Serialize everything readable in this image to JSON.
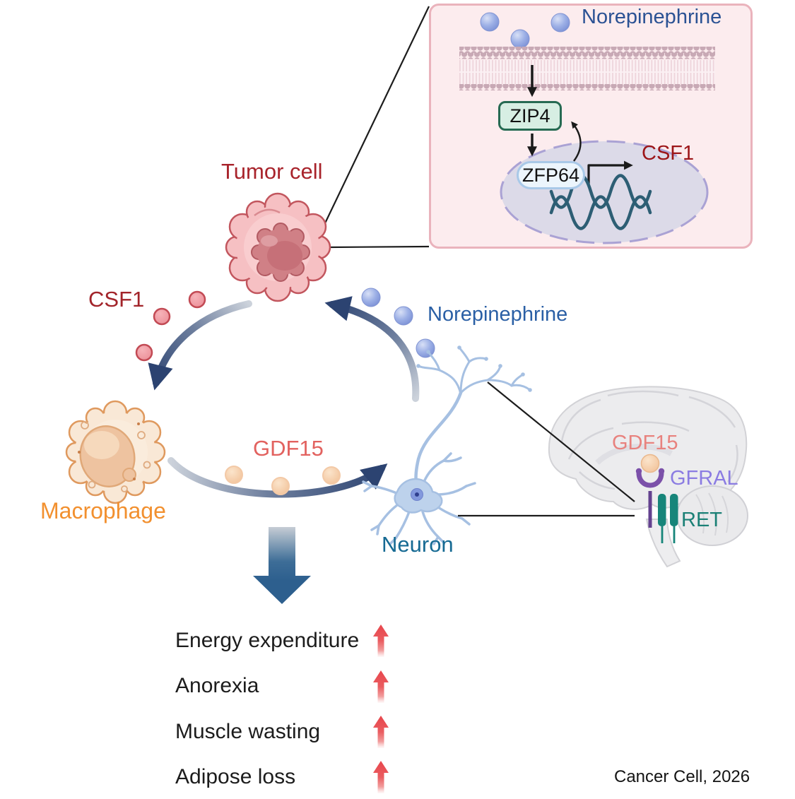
{
  "inset": {
    "norepinephrine": "Norepinephrine",
    "zip4": "ZIP4",
    "zfp64": "ZFP64",
    "csf1": "CSF1"
  },
  "cycle": {
    "tumor_cell": "Tumor cell",
    "csf1": "CSF1",
    "macrophage": "Macrophage",
    "gdf15": "GDF15",
    "norepinephrine": "Norepinephrine",
    "neuron": "Neuron"
  },
  "brain": {
    "gdf15": "GDF15",
    "gfral": "GFRAL",
    "ret": "RET"
  },
  "outcomes": [
    {
      "label": "Energy expenditure",
      "direction": "up"
    },
    {
      "label": "Anorexia",
      "direction": "up"
    },
    {
      "label": "Muscle wasting",
      "direction": "up"
    },
    {
      "label": "Adipose loss",
      "direction": "up"
    }
  ],
  "citation": "Cancer Cell, 2026",
  "colors": {
    "dark_red_label": "#a8232b",
    "inset_csf1_red": "#9c1518",
    "orange_label": "#f2902f",
    "salmon_label": "#e2625f",
    "brain_gdf15": "#e8827e",
    "blue_label": "#2a5fa5",
    "teal_blue_label": "#166a93",
    "purple_label": "#8b7ce2",
    "teal_label": "#1b8076",
    "cycle_arrow_navy": "#2c4371",
    "big_arrow_steel": "#2d5f8e",
    "up_arrow_red": "#e8464c",
    "inset_background": "#fcecee",
    "zip4_green": "#266a52",
    "nucleus_lavender": "#dcdae8"
  }
}
